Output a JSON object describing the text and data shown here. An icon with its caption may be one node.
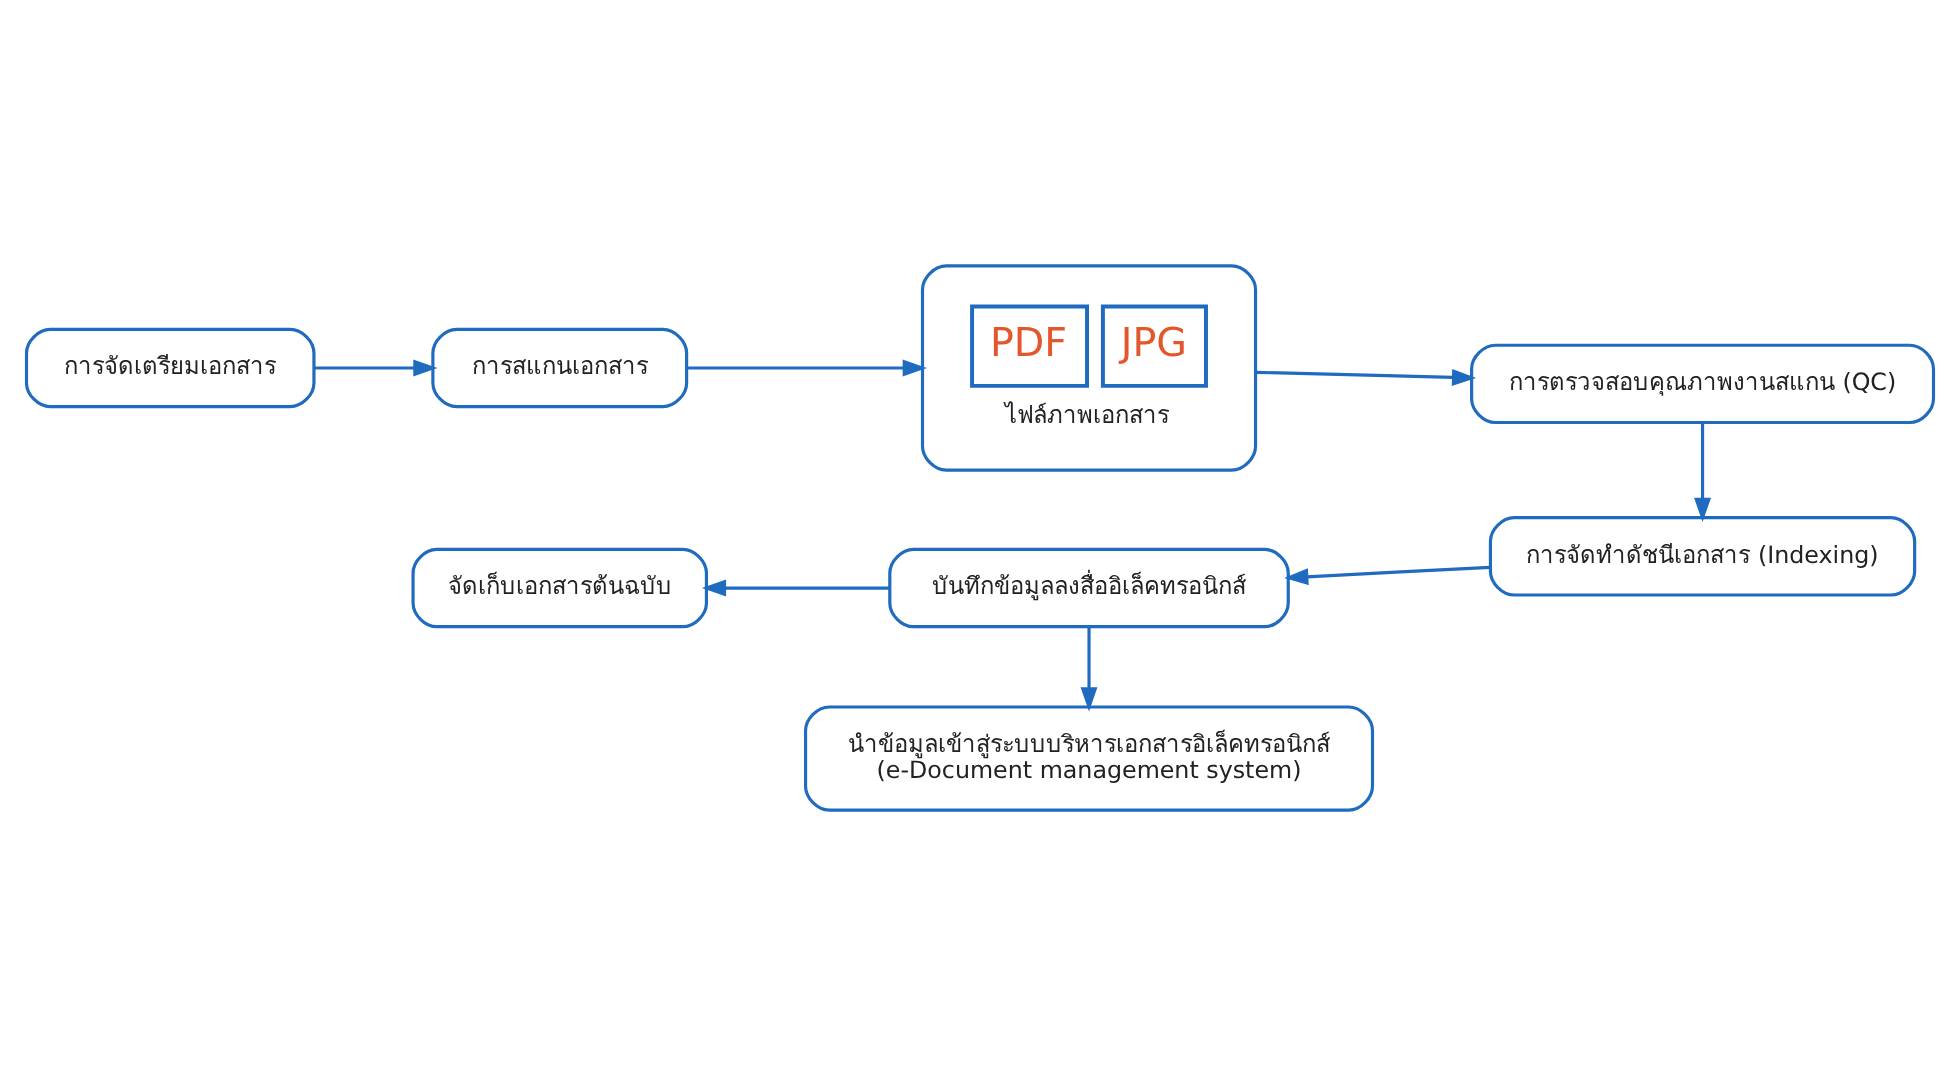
{
  "diagram": {
    "nodes": [
      {
        "text": [
          "การจัดเตรียมเอกสาร"
        ]
      },
      {
        "text": [
          "การสแกนเอกสาร"
        ]
      },
      {
        "text": [
          "PDF",
          "JPG",
          "ไฟล์ภาพเอกสาร"
        ]
      },
      {
        "text": [
          "การตรวจสอบคุณภาพงานสแกน (QC)"
        ]
      },
      {
        "text": [
          "การจัดทำดัชนีเอกสาร (Indexing)"
        ]
      },
      {
        "text": [
          "บันทึกข้อมูลลงสื่ออิเล็คทรอนิกส์"
        ]
      },
      {
        "text": [
          "จัดเก็บเอกสารต้นฉบับ"
        ]
      },
      {
        "text": [
          "นำข้อมูลเข้าสู่ระบบบริหารเอกสารอิเล็คทรอนิกส์",
          "(e-Document management system)"
        ]
      }
    ],
    "edges": [
      {
        "from": 0,
        "to": 1,
        "arrow": "to"
      },
      {
        "from": 1,
        "to": 2,
        "arrow": "to"
      },
      {
        "from": 2,
        "to": 3,
        "arrow": "to"
      },
      {
        "from": 3,
        "to": 4,
        "arrow": "to"
      },
      {
        "from": 4,
        "to": 5,
        "arrow": "to"
      },
      {
        "from": 5,
        "to": 6,
        "arrow": "to"
      },
      {
        "from": 5,
        "to": 7,
        "arrow": "to"
      }
    ]
  }
}
